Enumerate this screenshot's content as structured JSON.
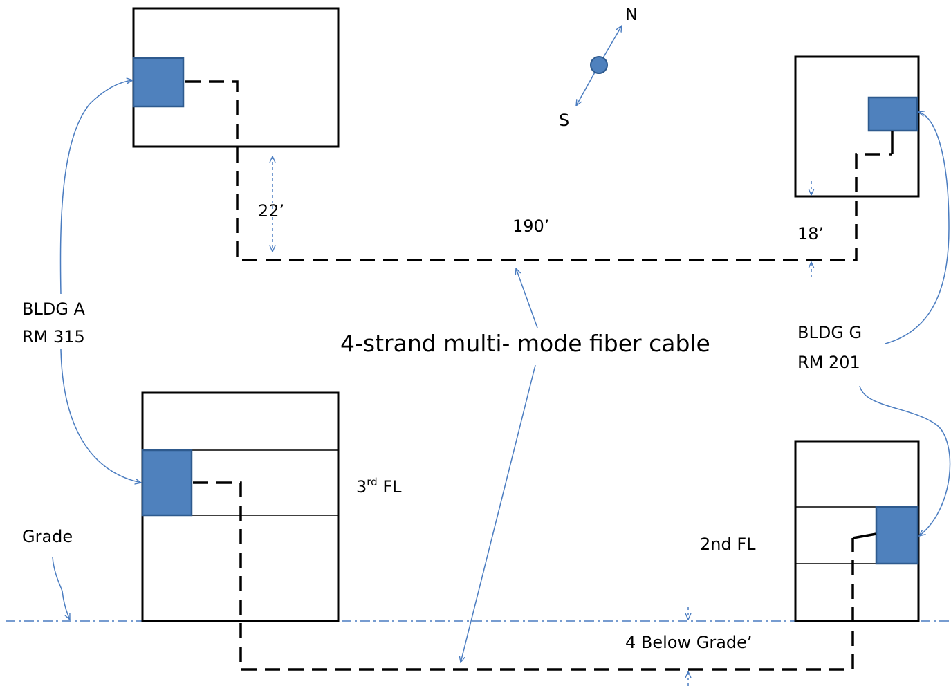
{
  "colors": {
    "room_fill": "#4f81bd",
    "annotation_blue": "#4a7cc0",
    "outline": "#000000"
  },
  "compass": {
    "north": "N",
    "south": "S"
  },
  "labels": {
    "cable": "4-strand multi- mode fiber cable",
    "bldg_a_line1": "BLDG A",
    "bldg_a_line2": "RM 315",
    "bldg_g_line1": "BLDG G",
    "bldg_g_line2": "RM 201",
    "dim_a": "22’",
    "dim_run": "190’",
    "dim_g": "18’",
    "below_grade": "4 Below Grade’",
    "grade": "Grade",
    "floor_a_num": "3",
    "floor_a_sup": "rd",
    "floor_a_suffix": " FL",
    "floor_g": "2nd FL"
  }
}
